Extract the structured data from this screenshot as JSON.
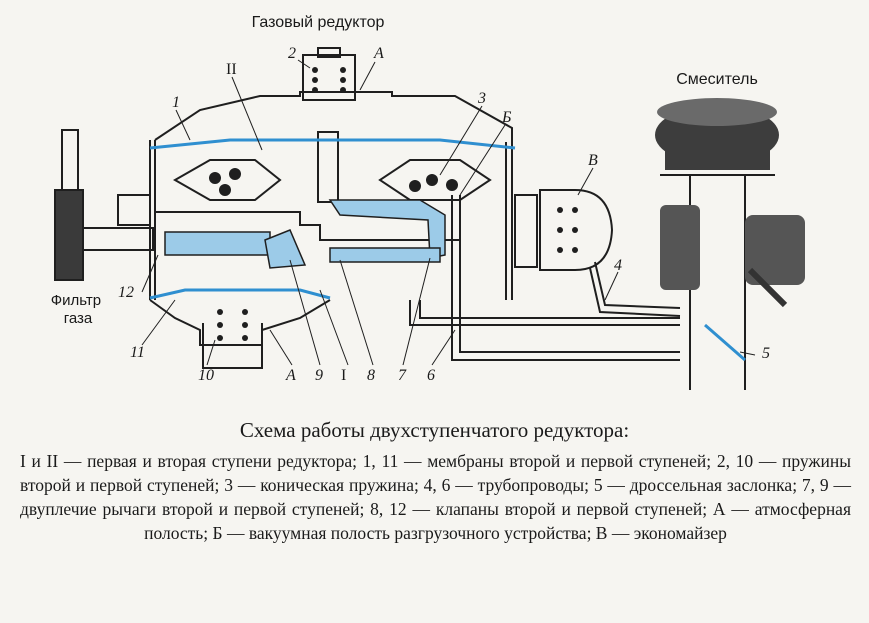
{
  "diagram": {
    "title_reducer": "Газовый редуктор",
    "title_mixer": "Смеситель",
    "filter_label": "Фильтр\nгаза",
    "callouts": {
      "n1": "1",
      "n2": "2",
      "n3": "3",
      "n4": "4",
      "n5": "5",
      "n6": "6",
      "n7": "7",
      "n8": "8",
      "n9": "9",
      "n10": "10",
      "n11": "11",
      "n12": "12",
      "stage1": "I",
      "stage2": "II",
      "cavA_top": "А",
      "cavA_bottom": "А",
      "cavB": "Б",
      "cavV": "В"
    },
    "colors": {
      "line": "#1f1f1f",
      "accent_blue": "#2f8fd0",
      "part_fill": "#9ccbe8",
      "paper": "#f6f5f1",
      "dark": "#3a3a3a"
    }
  },
  "caption": {
    "title": "Схема работы двухступенчатого редуктора:",
    "body": "I и II — первая и вторая ступени редуктора; 1, 11 — мембраны второй и первой ступеней; 2, 10 — пружины второй и первой ступеней; 3 — коническая пружина; 4, 6 — трубопроводы; 5 — дроссельная заслонка; 7, 9 — двуплечие рычаги второй и первой ступеней; 8, 12 — клапаны второй и первой ступеней; А — атмосферная полость; Б — вакуумная полость разгрузочного устройства; В — экономайзер"
  }
}
